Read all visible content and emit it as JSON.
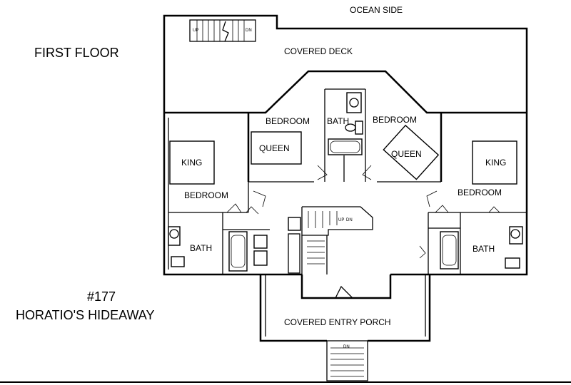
{
  "plan": {
    "ocean_side": "OCEAN SIDE",
    "floor_title": "FIRST FLOOR",
    "covered_deck": "COVERED DECK",
    "house_number": "#177",
    "house_name": "HORATIO'S HIDEAWAY",
    "entry_porch": "COVERED ENTRY PORCH",
    "rooms": {
      "bedroom_center_left": "BEDROOM",
      "bath_center": "BATH",
      "bedroom_center_right": "BEDROOM",
      "queen_left": "QUEEN",
      "queen_right": "QUEEN",
      "king_left": "KING",
      "king_right": "KING",
      "bedroom_left": "BEDROOM",
      "bedroom_right": "BEDROOM",
      "bath_left": "BATH",
      "bath_right": "BATH"
    },
    "stairs": {
      "deck_up": "UP",
      "deck_down": "DN",
      "interior_up": "UP",
      "interior_down": "DN",
      "porch_down": "DN"
    }
  }
}
